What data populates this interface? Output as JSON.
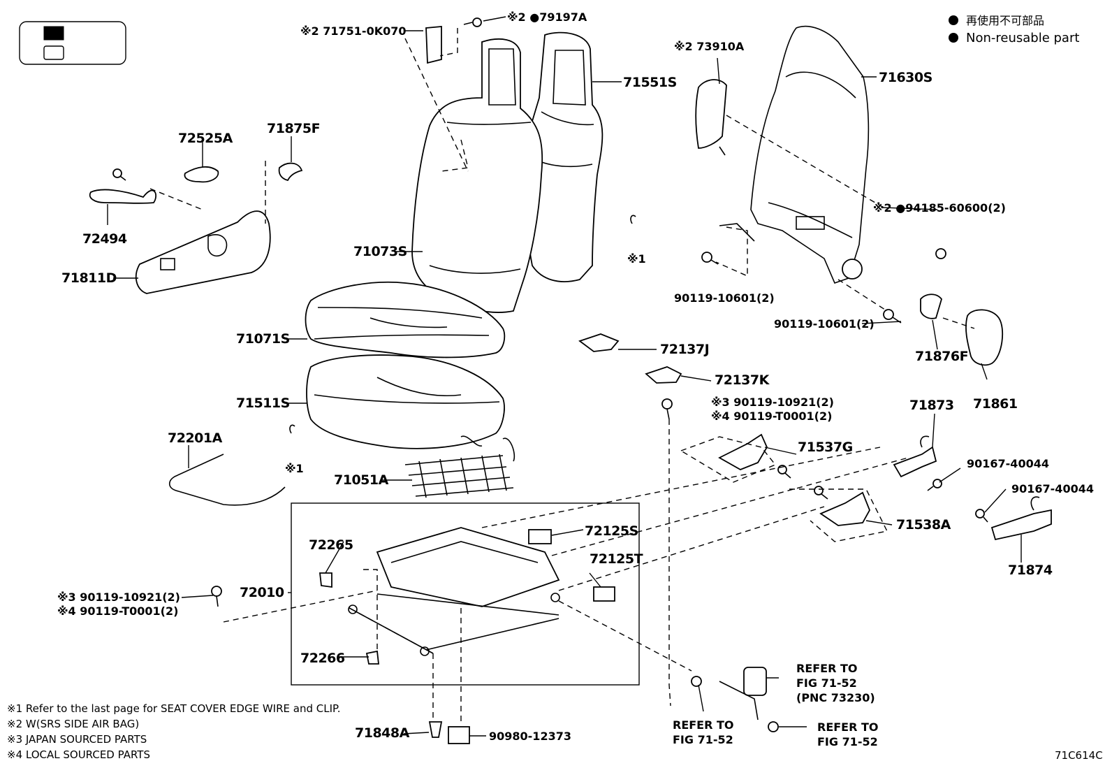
{
  "diagram_id": "71C614C",
  "legend": {
    "filled_box_label": "",
    "empty_box_label": "",
    "non_reusable_jp": "再使用不可部品",
    "non_reusable_en": "Non-reusable part"
  },
  "parts": {
    "p71751": "※2 71751-0K070",
    "p79197": "※2 ●79197A",
    "p73910": "※2 73910A",
    "p71551": "71551S",
    "p71630": "71630S",
    "p72525": "72525A",
    "p71875": "71875F",
    "p72494": "72494",
    "p71811": "71811D",
    "p71073": "71073S",
    "p71071": "71071S",
    "p71511": "71511S",
    "p72201": "72201A",
    "p71051": "71051A",
    "p72137J": "72137J",
    "p72137K": "72137K",
    "p94185": "※2 ●94185-60600(2)",
    "p90119a": "90119-10601(2)",
    "p90119b": "90119-10601(2)",
    "p71876": "71876F",
    "p71861": "71861",
    "p71873": "71873",
    "p90167a": "90167-40044",
    "p90167b": "90167-40044",
    "p71874": "71874",
    "p71537": "71537G",
    "p71538": "71538A",
    "p90119_3a": "※3 90119-10921(2)",
    "p90119_4a": "※4 90119-T0001(2)",
    "p90119_3b": "※3 90119-10921(2)",
    "p90119_4b": "※4 90119-T0001(2)",
    "p72125S": "72125S",
    "p72125T": "72125T",
    "p72265": "72265",
    "p72266": "72266",
    "p72010": "72010",
    "p71848": "71848A",
    "p90980": "90980-12373",
    "clip1": "※1",
    "clip2": "※1",
    "refer1_l1": "REFER TO",
    "refer1_l2": "FIG 71-52",
    "refer1_l3": "(PNC 73230)",
    "refer2_l1": "REFER TO",
    "refer2_l2": "FIG 71-52",
    "refer3_l1": "REFER TO",
    "refer3_l2": "FIG 71-52"
  },
  "footnotes": {
    "n1": "※1  Refer to the last page for SEAT COVER EDGE WIRE and CLIP.",
    "n2": "※2  W(SRS SIDE AIR BAG)",
    "n3": "※3  JAPAN SOURCED PARTS",
    "n4": "※4  LOCAL SOURCED PARTS"
  },
  "colors": {
    "ink": "#000000",
    "background": "#ffffff"
  }
}
